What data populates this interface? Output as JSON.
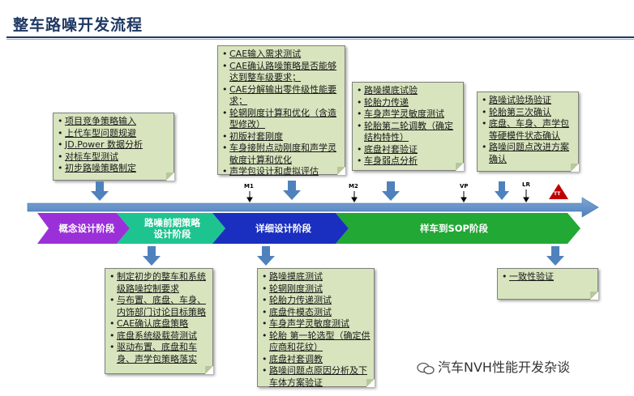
{
  "title": "整车路噪开发流程",
  "phases": [
    {
      "label": "概念设计阶段",
      "color": "#9b30d9"
    },
    {
      "label": "路噪前期策略\n设计阶段",
      "color": "#1ec48f"
    },
    {
      "label": "详细设计阶段",
      "color": "#1a2fbf"
    },
    {
      "label": "样车到SOP阶段",
      "color": "#22a834"
    }
  ],
  "milestones": [
    "M1",
    "M2",
    "VP",
    "LR",
    "TT"
  ],
  "top_notes": [
    {
      "items": [
        "项目竞争策略输入",
        "上代车型问题规避",
        "JD.Power 数据分析",
        "对标车型测试",
        "初步路噪策略制定"
      ]
    },
    {
      "items": [
        "CAE输入需求测试",
        "CAE确认路噪策略是否能够达到整车级要求；",
        "CAE分解输出零件级性能要求；",
        "轮辋刚度计算和优化（含造型修改）",
        "初版衬套刚度",
        "车身接附点动刚度和声学灵敏度计算和优化",
        "声学包设计和虚拟评估"
      ]
    },
    {
      "items": [
        "路噪摸底试验",
        "轮胎力传递",
        "车身声学灵敏度测试",
        "轮胎第二轮调教（确定结构特性）",
        "底盘衬套验证",
        "车身弱点分析"
      ]
    },
    {
      "items": [
        "路噪试验场验证",
        "轮胎第三次确认",
        "底盘、车身、声学包等硬模件状态确认",
        "路噪问题点改进方案确认"
      ]
    }
  ],
  "bottom_notes": [
    {
      "items": [
        "制定初步的整车和系统级路噪控制要求",
        "与布置、底盘、车身、内饰部门讨论目标策略",
        "CAE确认底盘策略",
        "底盘系统级载荷测试",
        "驱动布置、底盘和车身、声学包策略落实"
      ]
    },
    {
      "items": [
        "路噪摸底测试",
        "轮辋刚度测试",
        "轮胎力传递测试",
        "底盘件模态测试",
        "车身声学灵敏度测试",
        "轮胎 第一轮选型（确定供应商和花纹）",
        "底盘衬套调教",
        "路噪问题点原因分析及下车体方案验证"
      ]
    },
    {
      "items": [
        "一致性验证"
      ]
    }
  ],
  "watermark": "汽车NVH性能开发杂谈",
  "colors": {
    "timeline": "#4f81bd",
    "arrow": "#4f81bd",
    "note_bg": "#d7e4bd",
    "tt_marker": "#c00000"
  }
}
